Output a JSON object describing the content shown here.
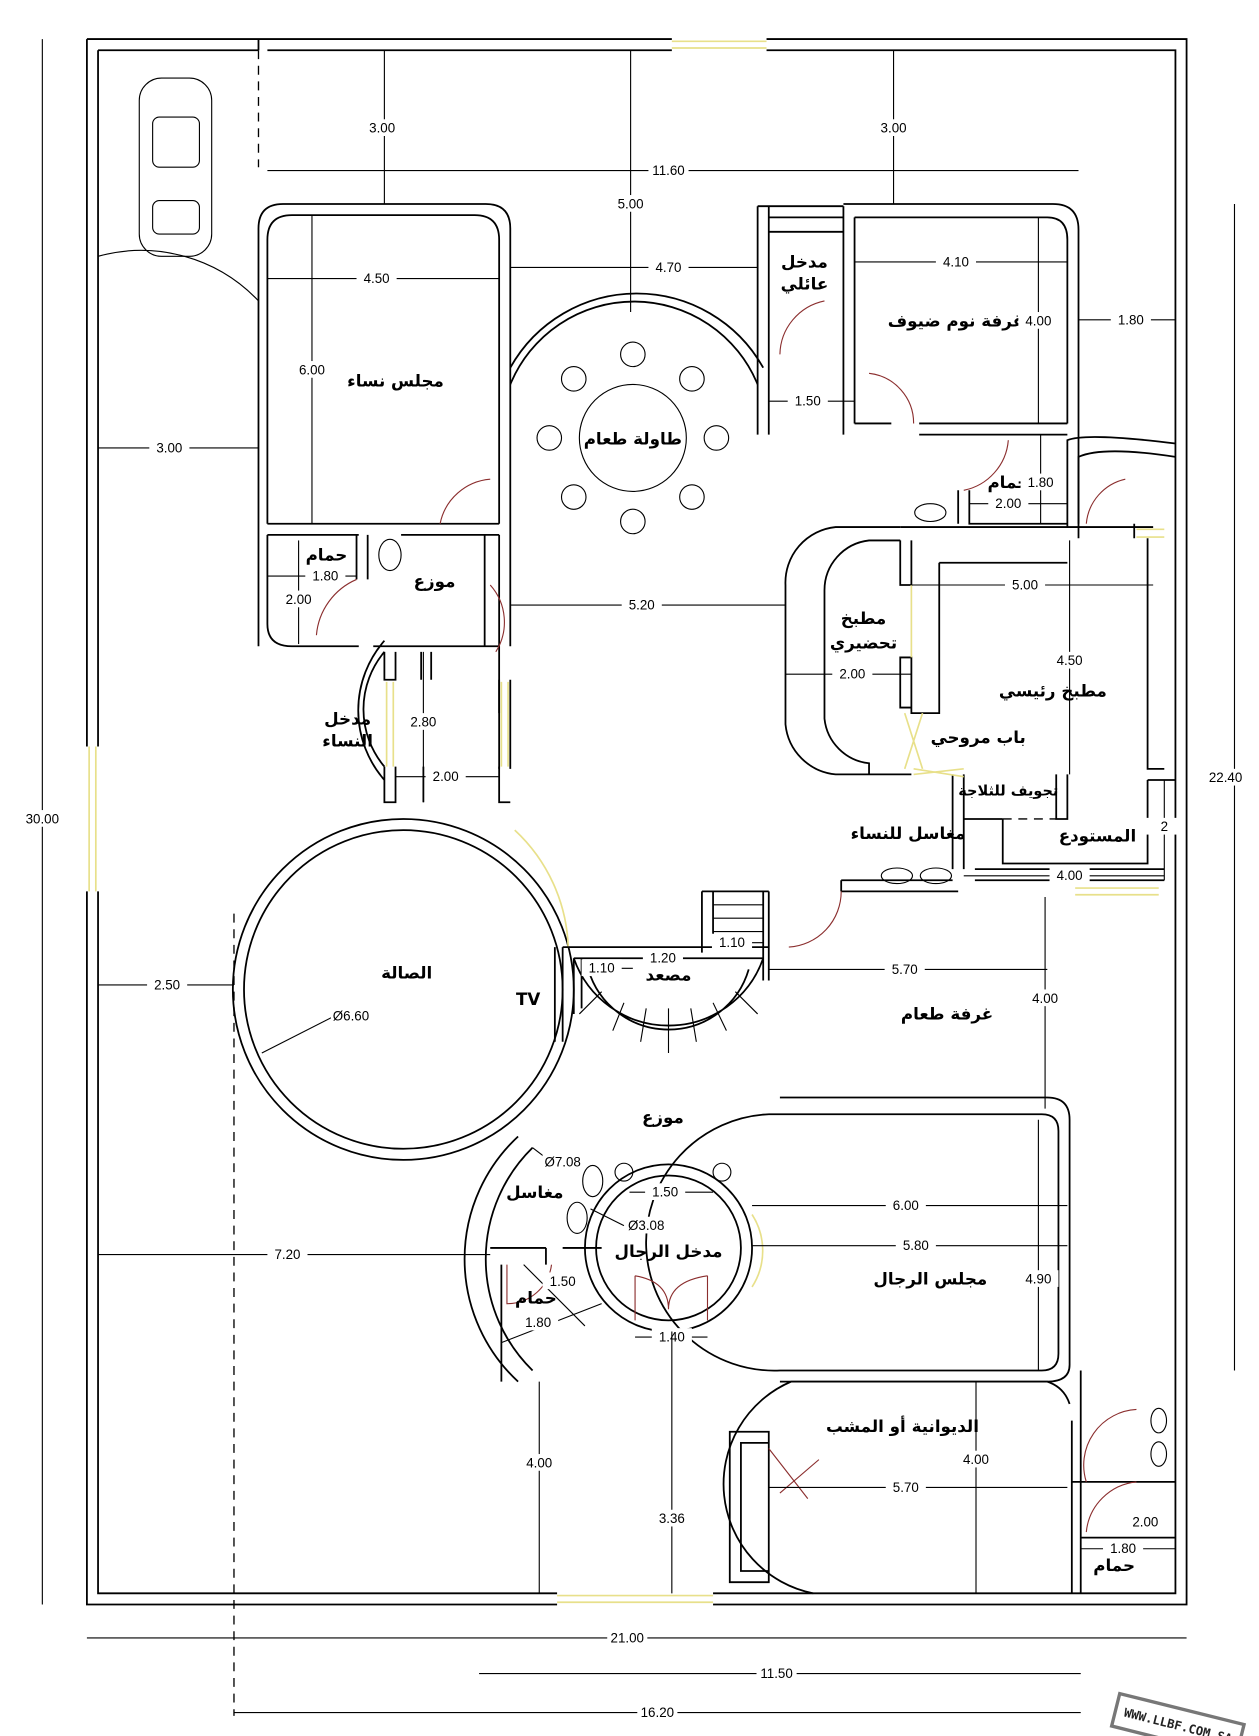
{
  "rooms": {
    "women_majlis": "مجلس نساء",
    "dining_table": "طاولة طعام",
    "family_entrance_1": "مدخل",
    "family_entrance_2": "عائلي",
    "guest_bedroom": "غرفة نوم ضيوف",
    "guest_bath": "حمام",
    "women_bath": "حمام",
    "women_distributor": "موزع",
    "prep_kitchen_1": "مطبخ",
    "prep_kitchen_2": "تحضيري",
    "main_kitchen": "مطبخ رئيسي",
    "swing_door": "باب مروحي",
    "fridge_niche": "تجويف للثلاجة",
    "women_sinks": "مغاسل للنساء",
    "storage": "المستودع",
    "women_entrance_1": "مدخل",
    "women_entrance_2": "النساء",
    "hall": "الصالة",
    "tv": "TV",
    "elevator": "مصعد",
    "dining_room": "غرفة طعام",
    "men_distributor": "موزع",
    "sinks": "مغاسل",
    "men_entrance": "مدخل الرجال",
    "men_bath": "حمام",
    "men_majlis": "مجلس الرجال",
    "diwaniya": "الديوانية أو المشب",
    "diwaniya_bath": "حمام"
  },
  "dimensions": [
    "3.00",
    "3.00",
    "11.60",
    "5.00",
    "4.50",
    "4.70",
    "4.10",
    "4.00",
    "1.80",
    "6.00",
    "1.50",
    "3.00",
    "1.80",
    "2.00",
    "1.80",
    "2.00",
    "5.20",
    "5.00",
    "2.00",
    "4.50",
    "2.80",
    "2.00",
    "30.00",
    "22.40",
    "2",
    "4.00",
    "1.20",
    "1.10",
    "1.10",
    "5.70",
    "2.50",
    "Ø6.60",
    "4.00",
    "Ø7.08",
    "1.50",
    "Ø3.08",
    "6.00",
    "7.20",
    "5.80",
    "4.90",
    "1.50",
    "1.80",
    "1.40",
    "4.00",
    "3.36",
    "4.00",
    "5.70",
    "2.00",
    "1.80",
    "21.00",
    "11.50",
    "16.20"
  ],
  "logo": "WWW.LLBF.COM.SA",
  "colors": {
    "wall": "#000000",
    "window": "#e8e08a",
    "door": "#8b2e2e"
  }
}
